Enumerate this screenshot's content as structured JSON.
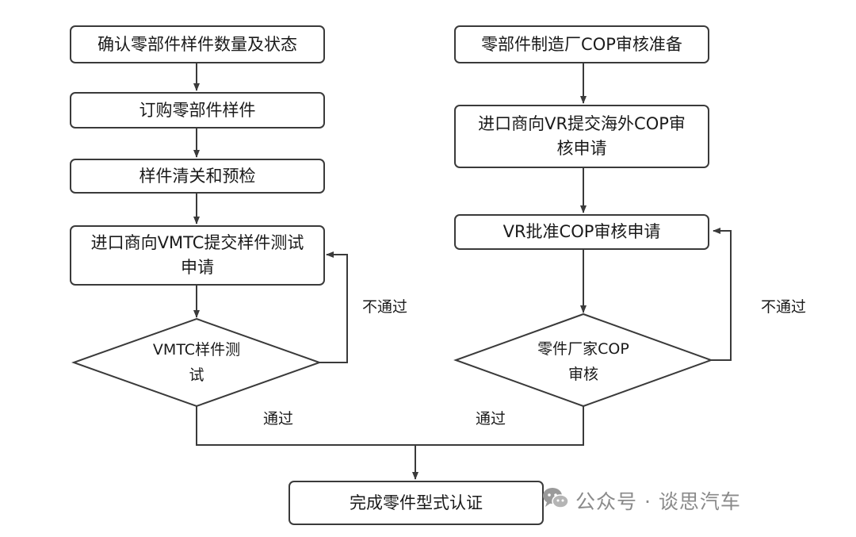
{
  "left": {
    "step1": "确认零部件样件数量及状态",
    "step2": "订购零部件样件",
    "step3": "样件清关和预检",
    "step4_line1": "进口商向VMTC提交样件测试",
    "step4_line2": "申请",
    "decision_line1": "VMTC样件测",
    "decision_line2": "试",
    "fail_label": "不通过",
    "pass_label": "通过"
  },
  "right": {
    "step1": "零部件制造厂COP审核准备",
    "step2_line1": "进口商向VR提交海外COP审",
    "step2_line2": "核申请",
    "step3": "VR批准COP审核申请",
    "decision_line1": "零件厂家COP",
    "decision_line2": "审核",
    "fail_label": "不通过",
    "pass_label": "通过"
  },
  "final": "完成零件型式认证",
  "watermark": {
    "text": "公众号 · 谈思汽车",
    "icon": "wechat-icon"
  }
}
